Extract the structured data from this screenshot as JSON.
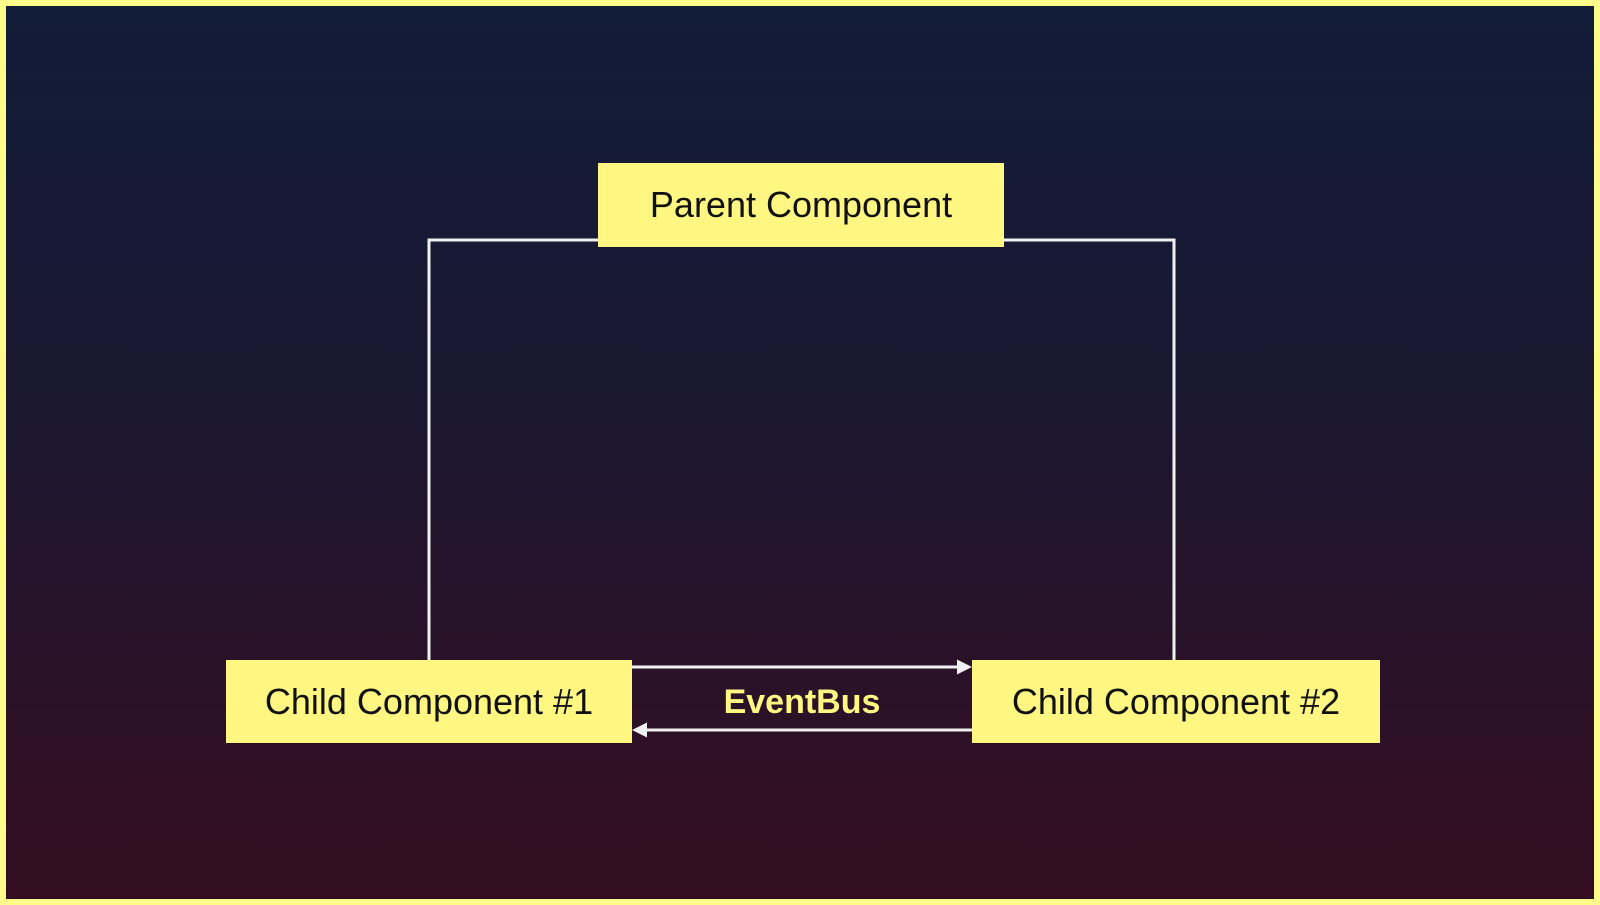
{
  "diagram": {
    "parent_label": "Parent Component",
    "child1_label": "Child Component #1",
    "child2_label": "Child Component #2",
    "bus_label": "EventBus"
  },
  "colors": {
    "frame": "#fffb8a",
    "box_fill": "#fff782",
    "line": "#f1f1f1",
    "background_top": "#111d39",
    "background_bottom": "#340d21"
  }
}
